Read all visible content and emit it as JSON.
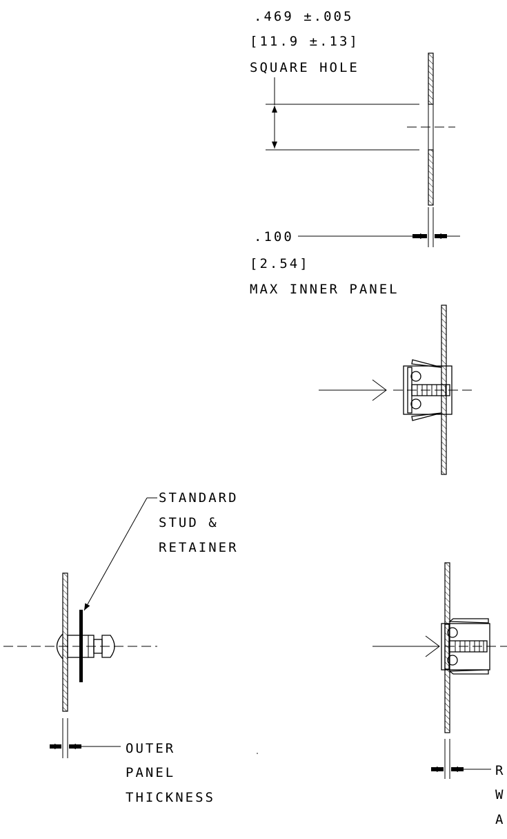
{
  "annotations": {
    "hole_dim_in": ".469 ±.005",
    "hole_dim_mm": "[11.9 ±.13]",
    "hole_label": "SQUARE HOLE",
    "inner_dim_in": ".100",
    "inner_dim_mm": "[2.54]",
    "inner_label": "MAX INNER PANEL",
    "stud_label_1": "STANDARD",
    "stud_label_2": "STUD &",
    "stud_label_3": "RETAINER",
    "outer_label_1": "OUTER",
    "outer_label_2": "PANEL",
    "outer_label_3": "THICKNESS",
    "rw_label_1": "R",
    "rw_label_2": "W",
    "rw_label_3": "A"
  },
  "colors": {
    "ink": "#000000",
    "paper": "#ffffff"
  }
}
